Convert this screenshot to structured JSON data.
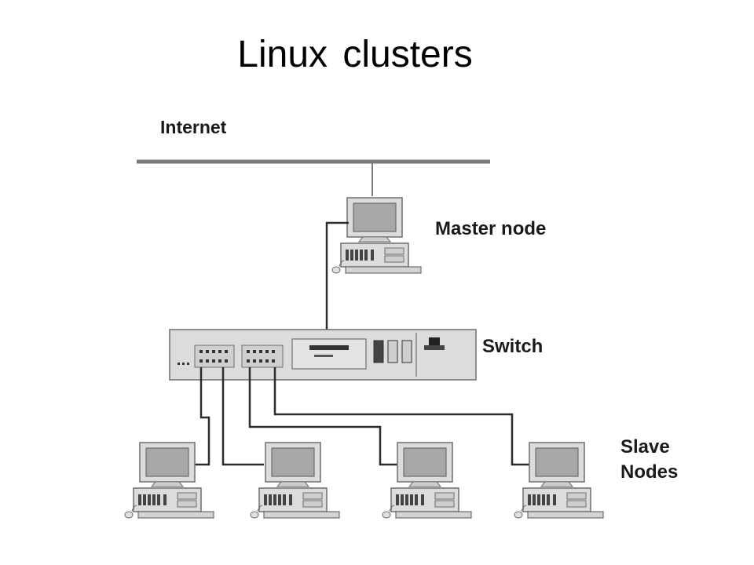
{
  "title": "Linux clusters",
  "labels": {
    "internet": "Internet",
    "master": "Master node",
    "switch": "Switch",
    "slave_line1": "Slave",
    "slave_line2": "Nodes"
  },
  "colors": {
    "line": "#2b2b2b",
    "bus": "#7a7a7a",
    "case": "#dcdcdc",
    "screen": "#a8a8a8"
  },
  "slave_node_count": 4
}
